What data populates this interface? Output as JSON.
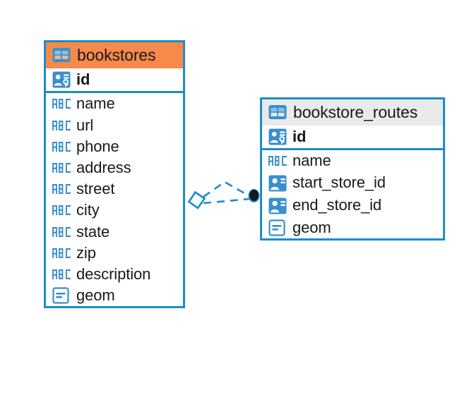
{
  "diagram": {
    "title": "bookstores / bookstore_routes entity relationship diagram",
    "background": "#ffffff",
    "accent_color": "#1c8ccb",
    "selected_header_color": "#f7894a",
    "default_header_color": "#eaeaea",
    "text_color": "#18191a"
  },
  "entities": [
    {
      "name": "bookstores",
      "header_style": "selected",
      "table_icon": "table-grid-icon",
      "keys": [
        {
          "label": "id",
          "icon": "primary-key-icon",
          "type": "pk"
        }
      ],
      "fields": [
        {
          "label": "name",
          "icon": "abc-text-icon",
          "type": "text"
        },
        {
          "label": "url",
          "icon": "abc-text-icon",
          "type": "text"
        },
        {
          "label": "phone",
          "icon": "abc-text-icon",
          "type": "text"
        },
        {
          "label": "address",
          "icon": "abc-text-icon",
          "type": "text"
        },
        {
          "label": "street",
          "icon": "abc-text-icon",
          "type": "text"
        },
        {
          "label": "city",
          "icon": "abc-text-icon",
          "type": "text"
        },
        {
          "label": "state",
          "icon": "abc-text-icon",
          "type": "text"
        },
        {
          "label": "zip",
          "icon": "abc-text-icon",
          "type": "text"
        },
        {
          "label": "description",
          "icon": "abc-text-icon",
          "type": "text"
        },
        {
          "label": "geom",
          "icon": "geometry-icon",
          "type": "geometry"
        }
      ]
    },
    {
      "name": "bookstore_routes",
      "header_style": "default",
      "table_icon": "table-grid-icon",
      "keys": [
        {
          "label": "id",
          "icon": "primary-key-icon",
          "type": "pk"
        }
      ],
      "fields": [
        {
          "label": "name",
          "icon": "abc-text-icon",
          "type": "text"
        },
        {
          "label": "start_store_id",
          "icon": "foreign-key-icon",
          "type": "fk"
        },
        {
          "label": "end_store_id",
          "icon": "foreign-key-icon",
          "type": "fk"
        },
        {
          "label": "geom",
          "icon": "geometry-icon",
          "type": "geometry"
        }
      ]
    }
  ],
  "relationship": {
    "style": "dashed",
    "color": "#1c8ccb",
    "source_endpoint": "tilted-square-marker",
    "target_endpoint": "filled-circle-marker",
    "target_endpoint_color": "#14181f"
  }
}
